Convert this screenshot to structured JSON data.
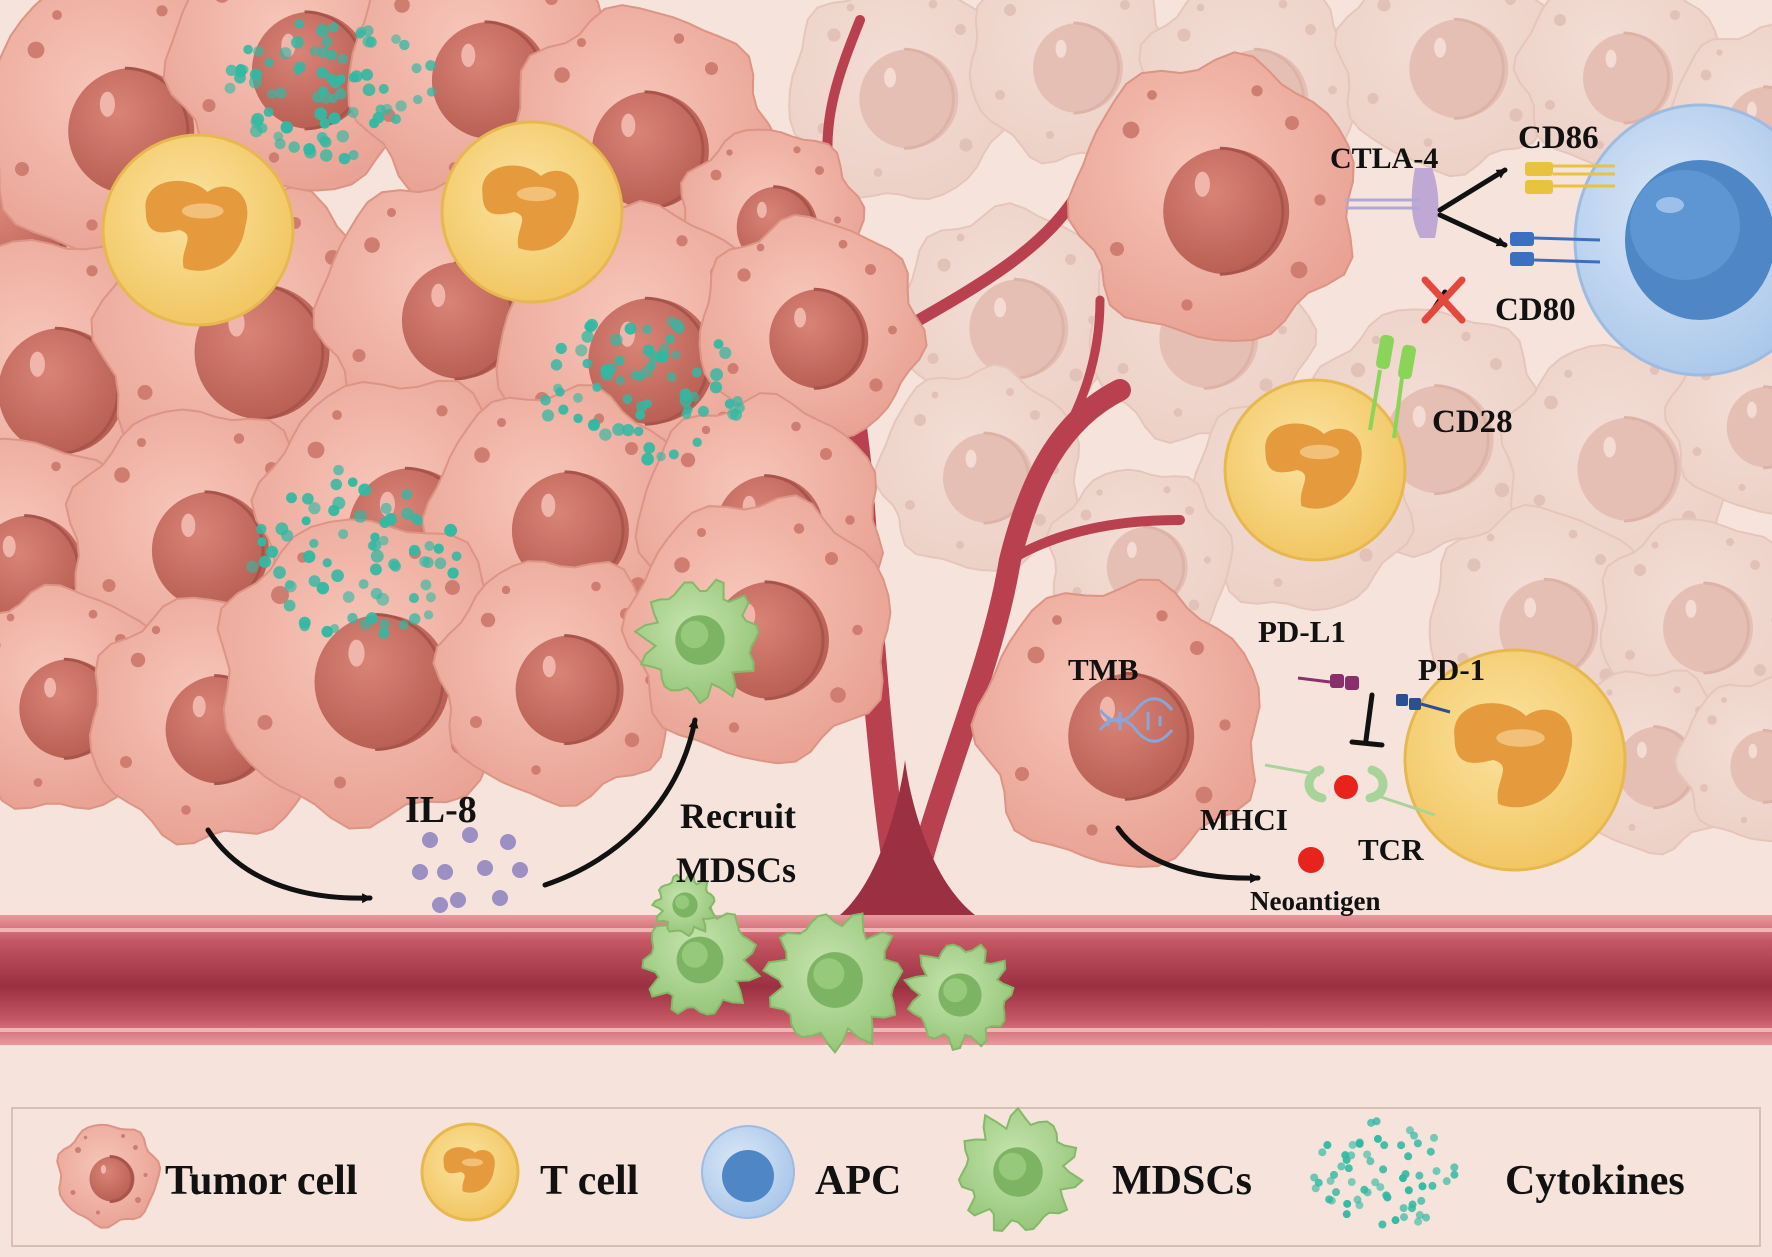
{
  "labels": {
    "ctla4": "CTLA-4",
    "cd86": "CD86",
    "cd80": "CD80",
    "cd28": "CD28",
    "tmb": "TMB",
    "pdl1": "PD-L1",
    "pd1": "PD-1",
    "mhci": "MHCI",
    "tcr": "TCR",
    "neoantigen": "Neoantigen",
    "il8": "IL-8",
    "recruit_line1": "Recruit",
    "recruit_line2": "MDSCs"
  },
  "legend": {
    "items": [
      {
        "icon": "tumor-cell-icon",
        "label": "Tumor cell"
      },
      {
        "icon": "t-cell-icon",
        "label": "T cell"
      },
      {
        "icon": "apc-icon",
        "label": "APC"
      },
      {
        "icon": "mdsc-icon",
        "label": "MDSCs"
      },
      {
        "icon": "cytokines-icon",
        "label": "Cytokines"
      }
    ]
  },
  "colors": {
    "background": "#f6e4dc",
    "tumor": "#eeaa9d",
    "tumor_nucleus": "#c66a5e",
    "t_cell": "#f6cf72",
    "t_cell_nucleus": "#e59a3e",
    "apc": "#bcd3ee",
    "apc_nucleus": "#4f86c6",
    "mdsc": "#a6d08a",
    "cytokine": "#31b9a3",
    "il8": "#9b8fc4",
    "vessel": "#a33d4c",
    "neoantigen": "#e8231c"
  }
}
